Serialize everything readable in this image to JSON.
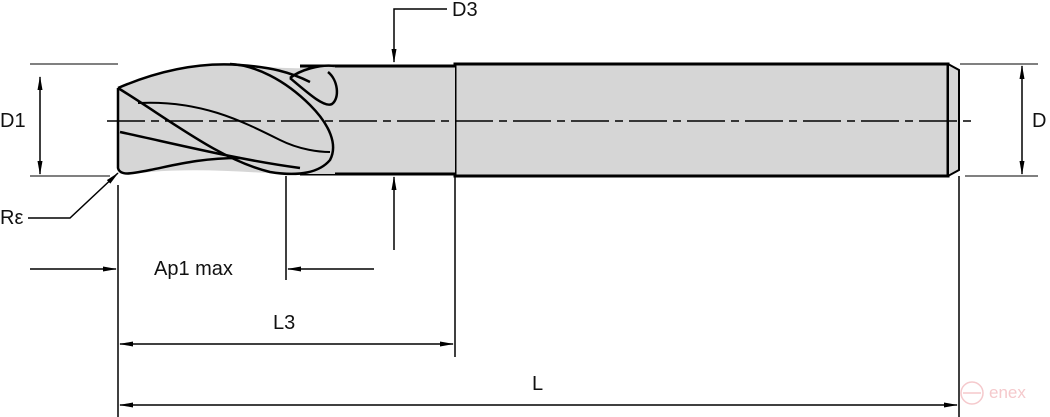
{
  "drawing": {
    "subject": "end mill technical drawing",
    "colors": {
      "body_fill": "#d6d6d6",
      "line": "#000000",
      "watermark": "#f5c9cc"
    },
    "dimensions": {
      "D3": "D3",
      "D1": "D1",
      "D": "D",
      "Re": "Rε",
      "Ap1": "Ap1 max",
      "L3": "L3",
      "L": "L"
    },
    "watermark": {
      "text": "enex"
    }
  }
}
